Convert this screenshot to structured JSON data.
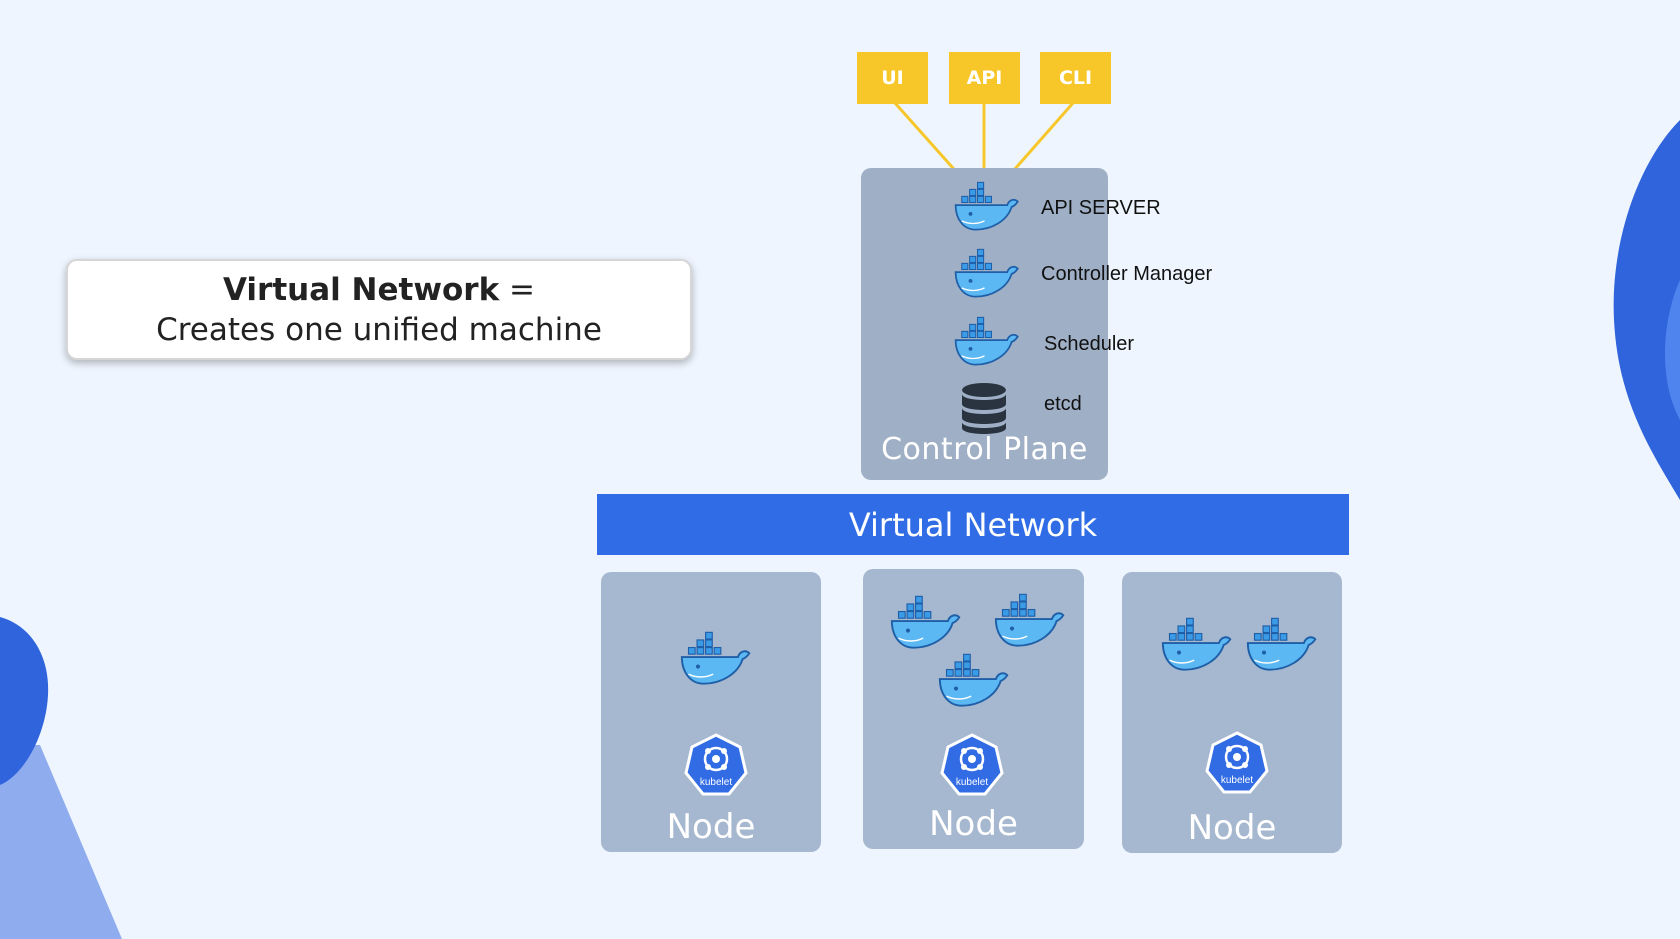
{
  "callout": {
    "title_bold": "Virtual Network",
    "title_rest": " =",
    "subtitle": "Creates one unified machine"
  },
  "interfaces": [
    "UI",
    "API",
    "CLI"
  ],
  "control_plane": {
    "label": "Control Plane",
    "components": [
      "API SERVER",
      "Controller Manager",
      "Scheduler",
      "etcd"
    ]
  },
  "virtual_network": {
    "label": "Virtual Network"
  },
  "nodes": [
    {
      "label": "Node",
      "containers": 1,
      "agent": "kubelet"
    },
    {
      "label": "Node",
      "containers": 3,
      "agent": "kubelet"
    },
    {
      "label": "Node",
      "containers": 2,
      "agent": "kubelet"
    }
  ],
  "colors": {
    "background": "#eef5fe",
    "interface": "#f7c72a",
    "network": "#2f6ce5",
    "control_plane": "#9fb0c6",
    "node": "#a6b8cf",
    "docker": "#3b9be6",
    "kubernetes": "#326ce5"
  }
}
